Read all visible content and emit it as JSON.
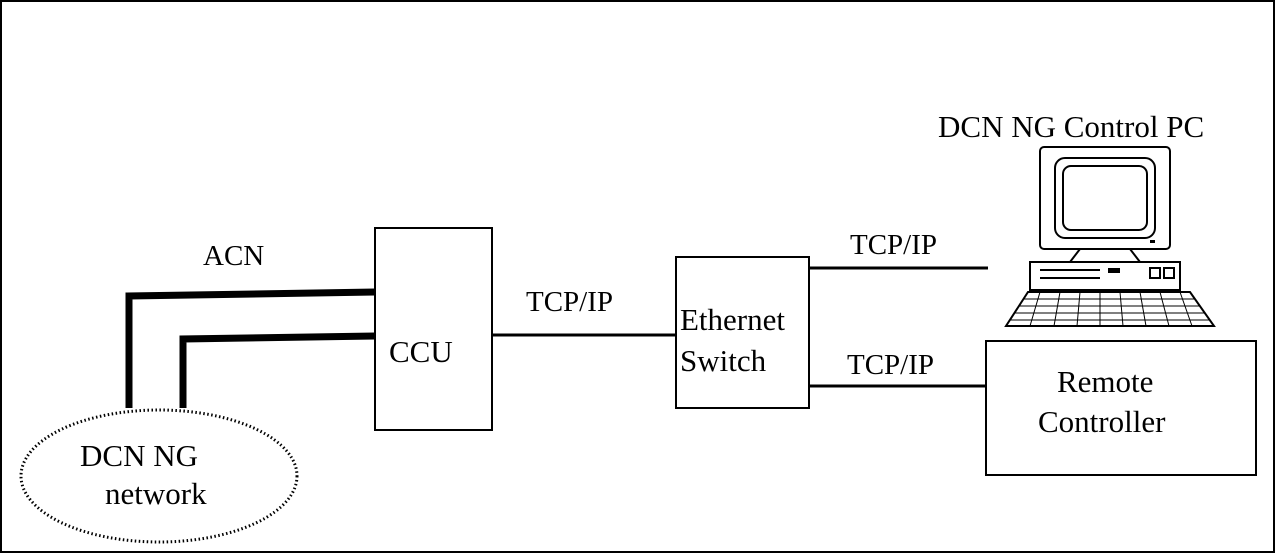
{
  "labels": {
    "acn": "ACN",
    "ccu": "CCU",
    "tcp_ccu_switch": "TCP/IP",
    "ethernet_switch_line1": "Ethernet",
    "ethernet_switch_line2": "Switch",
    "tcp_switch_pc": "TCP/IP",
    "tcp_switch_remote": "TCP/IP",
    "control_pc": "DCN NG Control PC",
    "remote_controller_line1": "Remote",
    "remote_controller_line2": "Controller",
    "network_line1": "DCN NG",
    "network_line2": "network"
  },
  "icons": {
    "pc": "desktop-computer-icon"
  }
}
